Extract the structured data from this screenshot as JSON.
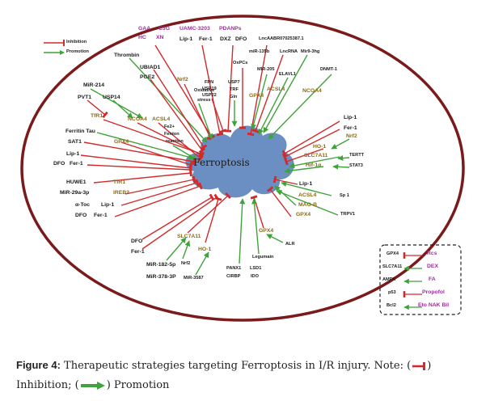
{
  "legend_top": {
    "inhibition": "Inhibition",
    "promotion": "Promotion"
  },
  "center": "Ferroptosis",
  "labels": {
    "gaa": "GAA",
    "c3g": "C3G",
    "hc": "HC",
    "xn": "XN",
    "uamc": "UAMC-3203",
    "pdanps": "PDANPs",
    "lip1_top": "Lip-1",
    "fer1_top": "Fer-1",
    "dxz": "DXZ",
    "dfo_top": "DFO",
    "lnc1": "LncAABR07025387.1",
    "mir135b": "miR-135b",
    "lncrna": "LncRNA",
    "mir9": "Mir9-3hg",
    "oxpcs": "OxPCs",
    "mir205": "MIR-205",
    "elavl1": "ELAVL1",
    "dnmt1": "DNMT-1",
    "thrombin": "Thrombin",
    "ubiad1": "UBIAD1",
    "pge2": "PGE2",
    "nrf2_top": "Nrf2",
    "oxidative": "Oxidative",
    "stress": "stress",
    "fpn": "FPN",
    "usp19": "USP19",
    "usp22": "USP22",
    "usp7": "USP7",
    "trf": "TRF",
    "gln": "Gln",
    "acsl4_top": "ACSL4",
    "gpx4_top": "GPX4",
    "ncoa4_right": "NCOA4",
    "mir214": "MiR-214",
    "pvt1": "PVT1",
    "usp14": "USP14",
    "tfr1": "TfR1",
    "ncoa4": "NCOA4",
    "acsl4_left": "ACSL4",
    "fe2": "Fe2+",
    "fenton": "Fenton",
    "reaction": "reaction",
    "ferritin_tau": "Ferritin Tau",
    "sat1": "SAT1",
    "gpx4_left": "GPX4",
    "lip1_l": "Lip-1",
    "dfo_l": "DFO",
    "fer1_l": "Fer-1",
    "huwe1": "HUWE1",
    "tfr1_b": "TfR1",
    "mir29a": "MiR-29a-3p",
    "ireb2": "IREB2",
    "atoc": "α-Toc",
    "lip1_l2": "Lip-1",
    "dfo_l2": "DFO",
    "fer1_l2": "Fer-1",
    "lip1_r": "Lip-1",
    "fer1_r": "Fer-1",
    "nrf2_r": "Nrf2",
    "ho1_r": "HO-1",
    "slc7a11_r": "SLC7A11",
    "tert": "TERTT",
    "hif1a": "Hif-1α",
    "stat3": "STAT3",
    "lip1_r2": "Lip-1",
    "acsl4_r": "ACSL4",
    "sp1": "Sp 1",
    "maob": "MAO-B",
    "gpx4_r": "GPX4",
    "trpv1": "TRPV1",
    "gpx4_b": "GPX4",
    "alr": "ALR",
    "legumain": "Legumain",
    "panx1": "PANX1",
    "lsd1": "LSD1",
    "cirbp": "CIRBP",
    "ido": "IDO",
    "slc7a11_b": "SLC7A11",
    "ho1_b": "HO-1",
    "nrf2_b": "Nrf2",
    "mir182": "MiR-182-5p",
    "mir378": "MiR-378-3P",
    "mir3587": "MiR-3587",
    "dfo_b": "DFO",
    "fer1_b": "Fer-1"
  },
  "legend_box": [
    {
      "left": "GPX4",
      "right": "Rcs"
    },
    {
      "left": "SLC7A11",
      "right": "DEX"
    },
    {
      "left": "AMPK",
      "right": "FA"
    },
    {
      "left": "p53",
      "right": "Propofol"
    },
    {
      "left": "Bcl2",
      "right": "Eto NAK Bil"
    }
  ],
  "caption": {
    "fig": "Figure 4:",
    "text": " Therapeutic strategies targeting Ferroptosis in I/R injury. Note: (",
    "inhib": "Inhibition; (",
    "prom": ") Promotion"
  },
  "colors": {
    "inhibit": "#d12a2a",
    "promote": "#3ea33a",
    "ellipse": "#7a1a1a",
    "cloud": "#6b8fc2"
  }
}
